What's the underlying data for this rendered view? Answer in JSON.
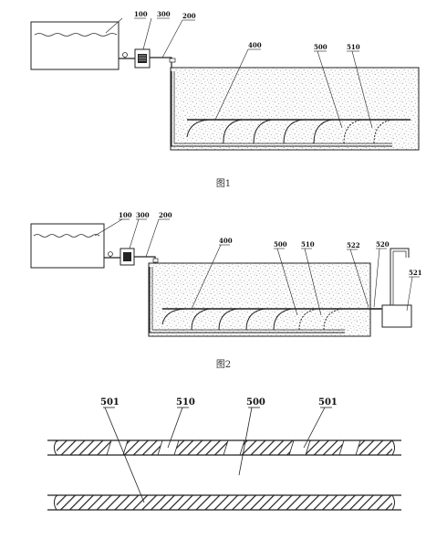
{
  "fig1": {
    "caption": "图1",
    "labels": {
      "tank": "100",
      "pump": "300",
      "pipe": "200",
      "tube": "400",
      "emitter": "500",
      "hole": "510"
    }
  },
  "fig2": {
    "caption": "图2",
    "labels": {
      "tank": "100",
      "pump": "300",
      "pipe": "200",
      "tube": "400",
      "emitter": "500",
      "hole": "510",
      "outlet_a": "522",
      "outlet_b": "520",
      "collector": "521"
    }
  },
  "fig3": {
    "labels": {
      "wall_a": "501",
      "hole": "510",
      "body": "500",
      "wall_b": "501"
    }
  }
}
